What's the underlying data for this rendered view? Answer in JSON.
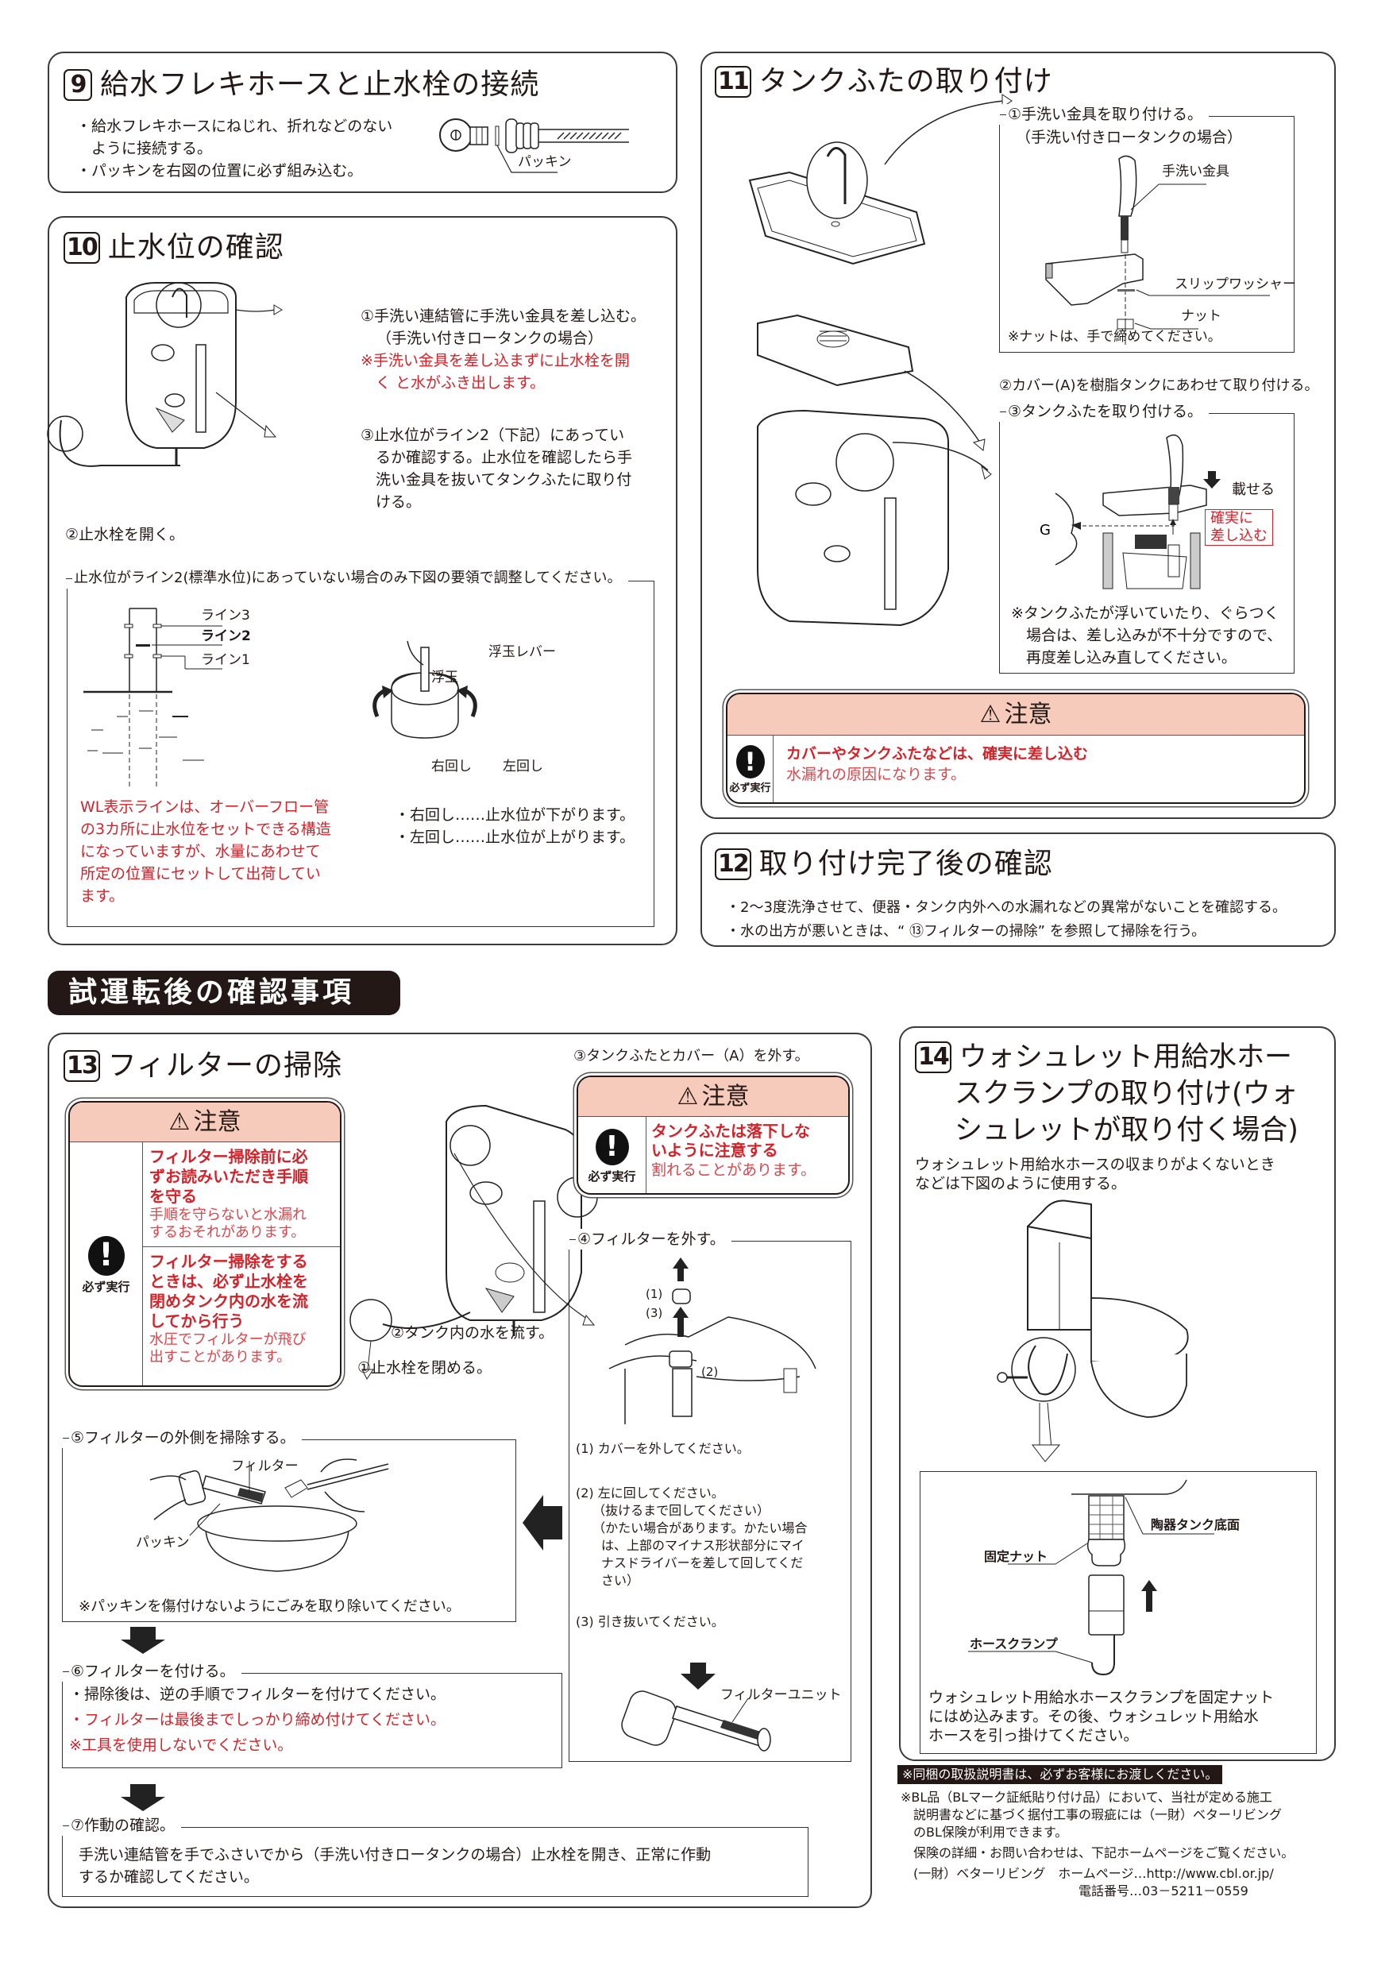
{
  "section9": {
    "number": "9",
    "title": "給水フレキホースと止水栓の接続",
    "bullets": [
      "・給水フレキホースにねじれ、折れなどのない",
      "　ように接続する。",
      "・パッキンを右図の位置に必ず組み込む。"
    ],
    "label_packing": "パッキン"
  },
  "section10": {
    "number": "10",
    "title": "止水位の確認",
    "step1": "①手洗い連結管に手洗い金具を差し込む。",
    "step1_sub": "（手洗い付きロータンクの場合）",
    "step1_warn": [
      "※手洗い金具を差し込まずに止水栓を開",
      "　く と水がふき出します。"
    ],
    "step2": "②止水栓を開く。",
    "step3": [
      "③止水位がライン2（下記）にあってい",
      "　るか確認する。止水位を確認したら手",
      "　洗い金具を抜いてタンクふたに取り付",
      "　ける。"
    ],
    "adjust_box_label": "止水位がライン2(標準水位)にあっていない場合のみ下図の要領で調整してください。",
    "line3": "ライン3",
    "line2": "ライン2",
    "line1": "ライン1",
    "float": "浮玉",
    "float_lever": "浮玉レバー",
    "rotate_right": "右回し",
    "rotate_left": "左回し",
    "wl_note": [
      "WL表示ラインは、オーバーフロー管",
      "の3カ所に止水位をセットできる構造",
      "になっていますが、水量にあわせて",
      "所定の位置にセットして出荷してい",
      "ます。"
    ],
    "rotation_notes": [
      "・右回し……止水位が下がります。",
      "・左回し……止水位が上がります。"
    ]
  },
  "section11": {
    "number": "11",
    "title": "タンクふたの取り付け",
    "step1_label": "①手洗い金具を取り付ける。",
    "step1_sub": "（手洗い付きロータンクの場合）",
    "label_faucet": "手洗い金具",
    "label_washer": "スリップワッシャー",
    "label_nut": "ナット",
    "nut_note": "※ナットは、手で締めてください。",
    "step2": "②カバー(A)を樹脂タンクにあわせて取り付ける。",
    "step3_label": "③タンクふたを取り付ける。",
    "place_label": "載せる",
    "insert_label": [
      "確実に",
      "差し込む"
    ],
    "step3_note": [
      "※タンクふたが浮いていたり、ぐらつく",
      "　場合は、差し込みが不十分ですので、",
      "　再度差し込み直してください。"
    ],
    "caution": {
      "header": "注意",
      "icon_label": "必ず実行",
      "main": "カバーやタンクふたなどは、確実に差し込む",
      "sub": "水漏れの原因になります。"
    }
  },
  "section12": {
    "number": "12",
    "title": "取り付け完了後の確認",
    "bullets": [
      "・2～3度洗浄させて、便器・タンク内外への水漏れなどの異常がないことを確認する。",
      "・水の出方が悪いときは、“ ⑬フィルターの掃除” を参照して掃除を行う。"
    ]
  },
  "banner": {
    "title": "試運転後の確認事項"
  },
  "section13": {
    "number": "13",
    "title": "フィルターの掃除",
    "caution": {
      "header": "注意",
      "icon_label": "必ず実行",
      "main1": [
        "フィルター掃除前に必",
        "ずお読みいただき手順",
        "を守る"
      ],
      "sub1": [
        "手順を守らないと水漏れ",
        "するおそれがあります。"
      ],
      "main2": [
        "フィルター掃除をする",
        "ときは、必ず止水栓を",
        "閉めタンク内の水を流",
        "してから行う"
      ],
      "sub2": [
        "水圧でフィルターが飛び",
        "出すことがあります。"
      ]
    },
    "step1": "①止水栓を閉める。",
    "step2": "②タンク内の水を流す。",
    "step3": "③タンクふたとカバー（A）を外す。",
    "caution2": {
      "header": "注意",
      "icon_label": "必ず実行",
      "main": [
        "タンクふたは落下しな",
        "いように注意する"
      ],
      "sub": "割れることがあります。"
    },
    "step4_label": "④フィルターを外す。",
    "step4_marks": [
      "(1)",
      "(3)",
      "(2)"
    ],
    "step4_items": [
      [
        "(1) カバーを外してください。"
      ],
      [
        "(2) 左に回してください。",
        "　 （抜けるまで回してください）",
        "　 （かたい場合があります。かたい場合",
        "　　は、上部のマイナス形状部分にマイ",
        "　　ナスドライバーを差して回してくだ",
        "　　さい）"
      ],
      [
        "(3) 引き抜いてください。"
      ]
    ],
    "label_filter_unit": "フィルターユニット",
    "step5_label": "⑤フィルターの外側を掃除する。",
    "label_filter": "フィルター",
    "label_packing": "パッキン",
    "step5_note": "※パッキンを傷付けないようにごみを取り除いてください。",
    "step6_label": "⑥フィルターを付ける。",
    "step6_items": [
      "・掃除後は、逆の手順でフィルターを付けてください。",
      "・フィルターは最後までしっかり締め付けてください。",
      "※工具を使用しないでください。"
    ],
    "step7_label": "⑦作動の確認。",
    "step7_text": [
      "手洗い連結管を手でふさいでから（手洗い付きロータンクの場合）止水栓を開き、正常に作動",
      "するか確認してください。"
    ]
  },
  "section14": {
    "number": "14",
    "title": [
      "ウォシュレット用給水ホー",
      "スクランプの取り付け(ウォ",
      "シュレットが取り付く場合)"
    ],
    "intro": [
      "ウォシュレット用給水ホースの収まりがよくないとき",
      "などは下図のように使用する。"
    ],
    "label_tank_bottom": "陶器タンク底面",
    "label_fixed_nut": "固定ナット",
    "label_hose_clamp": "ホースクランプ",
    "detail_text": [
      "ウォシュレット用給水ホースクランプを固定ナット",
      "にはめ込みます。その後、ウォシュレット用給水",
      "ホースを引っ掛けてください。"
    ]
  },
  "footer": {
    "handover_note": "※同梱の取扱説明書は、必ずお客様にお渡しください。",
    "bl_note": [
      "※BL品（BLマーク証紙貼り付け品）において、当社が定める施工",
      "　説明書などに基づく据付工事の瑕疵には（一財）ベターリビング",
      "　のBL保険が利用できます。",
      "　保険の詳細・お問い合わせは、下記ホームページをご覧ください。",
      "　(一財）ベターリビング　ホームページ…http://www.cbl.or.jp/",
      "　　　　　　　　　　　　　　電話番号…03－5211－0559"
    ]
  },
  "colors": {
    "caution_header": "#f6cbbc",
    "red_text": "#d2232a",
    "ink": "#231815"
  }
}
